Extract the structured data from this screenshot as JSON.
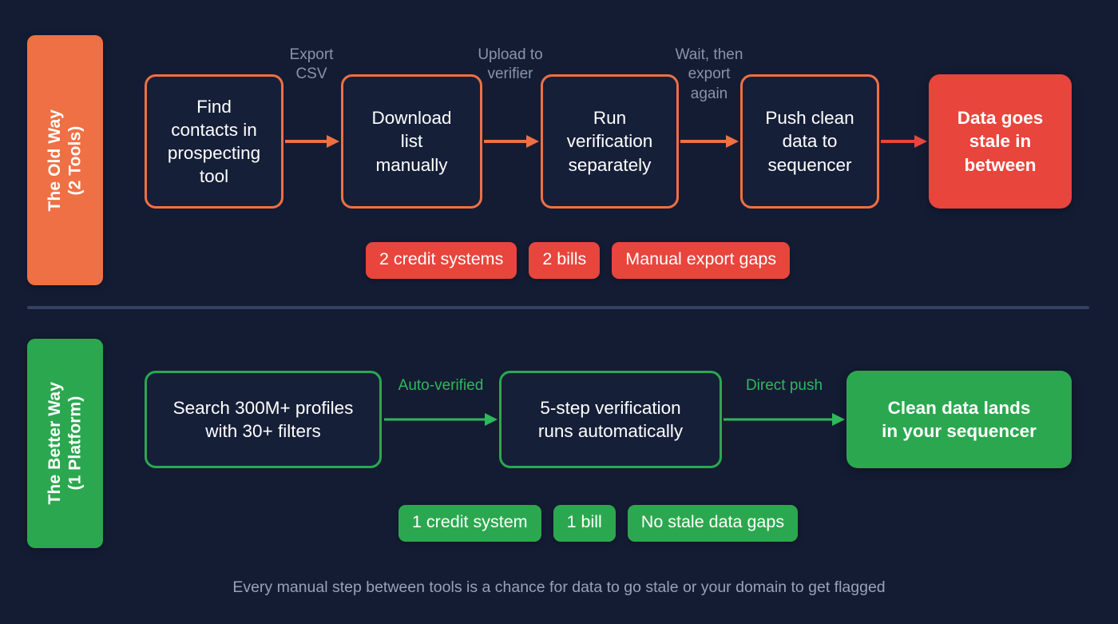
{
  "colors": {
    "background": "#141c33",
    "old_accent": "#ef7044",
    "new_accent": "#2ba84f",
    "danger": "#e8453c",
    "muted_text": "#8a93a8",
    "divider": "#334260"
  },
  "old_way": {
    "side_label": "The Old Way\n(2 Tools)",
    "steps": [
      {
        "text": "Find\ncontacts in\nprospecting\ntool",
        "style": "outline-orange"
      },
      {
        "text": "Download\nlist\nmanually",
        "style": "outline-orange"
      },
      {
        "text": "Run\nverification\nseparately",
        "style": "outline-orange"
      },
      {
        "text": "Push clean\ndata to\nsequencer",
        "style": "outline-orange"
      },
      {
        "text": "Data goes\nstale in\nbetween",
        "style": "filled-red"
      }
    ],
    "connector_labels": [
      "Export\nCSV",
      "Upload to\nverifier",
      "Wait, then\nexport\nagain"
    ],
    "pills": [
      "2 credit systems",
      "2 bills",
      "Manual export gaps"
    ]
  },
  "better_way": {
    "side_label": "The Better Way\n(1 Platform)",
    "steps": [
      {
        "text": "Search 300M+ profiles\nwith 30+ filters",
        "style": "outline-green"
      },
      {
        "text": "5-step verification\nruns automatically",
        "style": "outline-green"
      },
      {
        "text": "Clean data lands\nin your sequencer",
        "style": "filled-green"
      }
    ],
    "connector_labels": [
      "Auto-verified",
      "Direct push"
    ],
    "pills": [
      "1 credit system",
      "1 bill",
      "No stale data gaps"
    ]
  },
  "footer": {
    "note": "Every manual step between tools is a chance for data to go stale or your domain to get flagged"
  }
}
